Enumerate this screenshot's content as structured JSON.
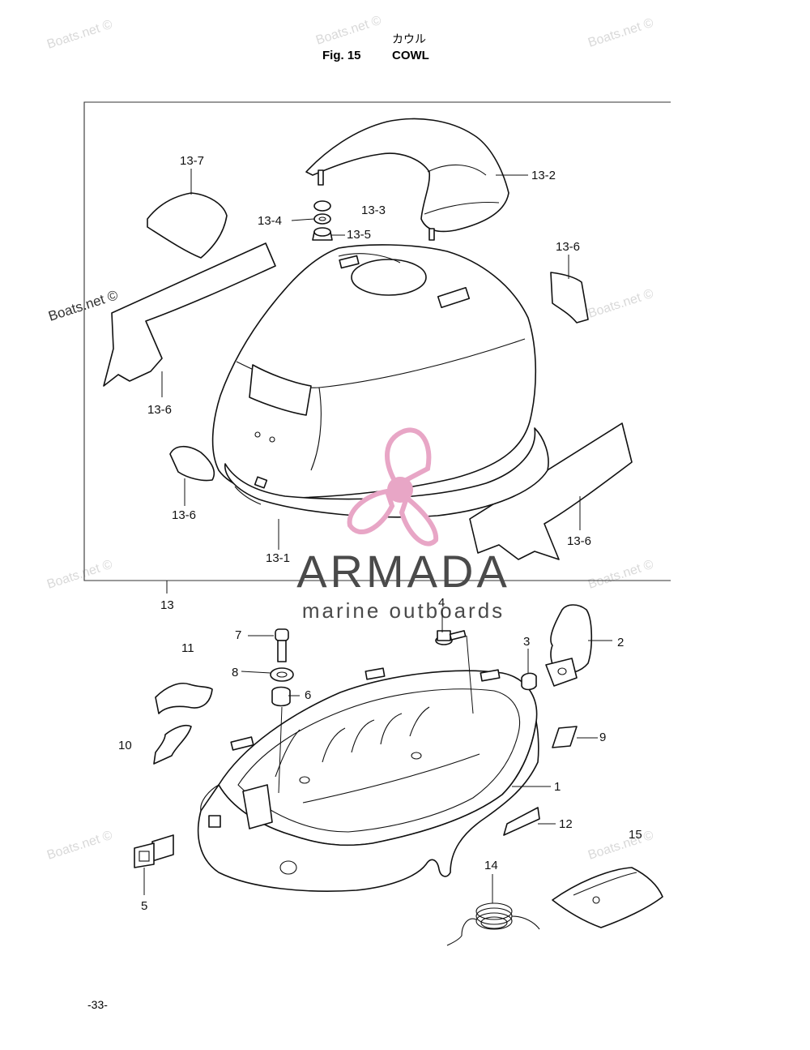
{
  "header": {
    "japanese_title": "カウル",
    "fig_label": "Fig. 15",
    "title": "COWL"
  },
  "callouts": [
    {
      "id": "13-7",
      "label": "13-7"
    },
    {
      "id": "13-2",
      "label": "13-2"
    },
    {
      "id": "13-3",
      "label": "13-3"
    },
    {
      "id": "13-4",
      "label": "13-4"
    },
    {
      "id": "13-5",
      "label": "13-5"
    },
    {
      "id": "13-6a",
      "label": "13-6"
    },
    {
      "id": "13-6b",
      "label": "13-6"
    },
    {
      "id": "13-6c",
      "label": "13-6"
    },
    {
      "id": "13-6d",
      "label": "13-6"
    },
    {
      "id": "13-1",
      "label": "13-1"
    },
    {
      "id": "13",
      "label": "13"
    },
    {
      "id": "1",
      "label": "1"
    },
    {
      "id": "2",
      "label": "2"
    },
    {
      "id": "3",
      "label": "3"
    },
    {
      "id": "4",
      "label": "4"
    },
    {
      "id": "5",
      "label": "5"
    },
    {
      "id": "6",
      "label": "6"
    },
    {
      "id": "7",
      "label": "7"
    },
    {
      "id": "8",
      "label": "8"
    },
    {
      "id": "9",
      "label": "9"
    },
    {
      "id": "10",
      "label": "10"
    },
    {
      "id": "11",
      "label": "11"
    },
    {
      "id": "12",
      "label": "12"
    },
    {
      "id": "14",
      "label": "14"
    },
    {
      "id": "15",
      "label": "15"
    }
  ],
  "watermarks": {
    "boats": "Boats.net ©"
  },
  "logo": {
    "name": "ARMADA",
    "tagline": "marine outboards",
    "accent_color": "#e8a6c6"
  },
  "footer": {
    "page_number": "-33-"
  }
}
